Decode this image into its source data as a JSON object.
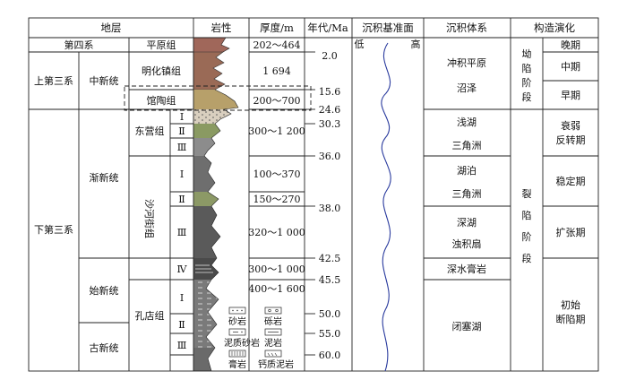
{
  "headers": {
    "strata": "地层",
    "lithology": "岩性",
    "thickness": "厚度/m",
    "age": "年代/Ma",
    "base_level": "沉积基准面",
    "system": "沉积体系",
    "tectonic": "构造演化"
  },
  "systems": {
    "quaternary": "第四系",
    "upper_tertiary": "上第三系",
    "lower_tertiary": "下第三系"
  },
  "series": {
    "miocene": "中新统",
    "oligocene": "渐新统",
    "eocene": "始新统",
    "paleocene": "古新统"
  },
  "formations": {
    "pingyuan": "平原组",
    "minghuazhen": "明化镇组",
    "guantao": "馆陶组",
    "dongying": "东营组",
    "shahejie": "沙河街组",
    "kongdian": "孔店组"
  },
  "members": [
    "Ⅰ",
    "Ⅱ",
    "Ⅲ",
    "Ⅰ",
    "Ⅱ",
    "Ⅲ",
    "Ⅳ",
    "Ⅰ",
    "Ⅱ",
    "Ⅲ"
  ],
  "thickness": [
    "202～464",
    "1 694",
    "200～700",
    "300～1 200",
    "100～370",
    "150～270",
    "320～1 000",
    "300～1 000",
    "400～1 600"
  ],
  "ages": [
    "2.0",
    "15.6",
    "24.6",
    "30.3",
    "36.0",
    "38.0",
    "42.5",
    "45.5",
    "50.0",
    "55.0",
    "60.0"
  ],
  "base_level": {
    "low": "低",
    "high": "高"
  },
  "depositional": {
    "d1": "冲积平原",
    "d2": "沼泽",
    "d3": "浅湖",
    "d4": "三角洲",
    "d5": "湖泊",
    "d6": "三角洲",
    "d7": "深湖",
    "d8": "浊积扇",
    "d9": "深水膏岩",
    "d10": "闭塞湖"
  },
  "stages": {
    "depression": "坳陷阶段",
    "rift": "裂陷阶段"
  },
  "tectonic_phases": {
    "late": "晚期",
    "middle": "中期",
    "early": "早期",
    "decline_1": "衰弱",
    "decline_2": "反转期",
    "stable": "稳定期",
    "expansion": "扩张期",
    "initial_1": "初始",
    "initial_2": "断陷期"
  },
  "legend": {
    "sandstone": "砂岩",
    "conglomerate": "砾岩",
    "muddy_sandstone": "泥质砂岩",
    "mudstone": "泥岩",
    "gypsum": "膏岩",
    "calcareous_mudstone": "钙质泥岩"
  }
}
